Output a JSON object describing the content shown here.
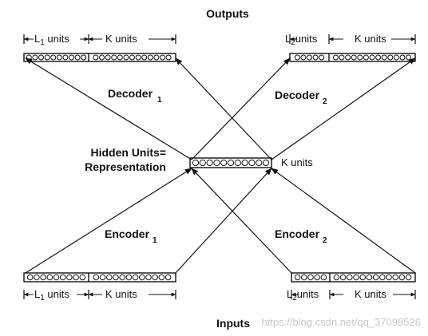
{
  "titles": {
    "outputs": "Outputs",
    "inputs": "Inputs",
    "hidden_line1": "Hidden Units=",
    "hidden_line2": "Representation",
    "hidden_k": "K units"
  },
  "decoders": [
    {
      "label": "Decoder",
      "sub": "1"
    },
    {
      "label": "Decoder",
      "sub": "2"
    }
  ],
  "encoders": [
    {
      "label": "Encoder",
      "sub": "1"
    },
    {
      "label": "Encoder",
      "sub": "2"
    }
  ],
  "output_left": {
    "l_prefix": "L",
    "l_sub": "1",
    "l_suffix": " units",
    "k_label": "K units"
  },
  "output_right": {
    "l_prefix": "L",
    "l_sub": "2",
    "l_suffix": "units",
    "k_label": "K units"
  },
  "input_left": {
    "l_prefix": "L",
    "l_sub": "1",
    "l_suffix": " units",
    "k_label": "K units"
  },
  "input_right": {
    "l_prefix": "L",
    "l_sub": "2",
    "l_suffix": "units",
    "k_label": "K units"
  },
  "watermark": "https://blog.csdn.net/qq_37098526",
  "colors": {
    "ink": "#111111",
    "watermark": "#c7c7c7"
  }
}
